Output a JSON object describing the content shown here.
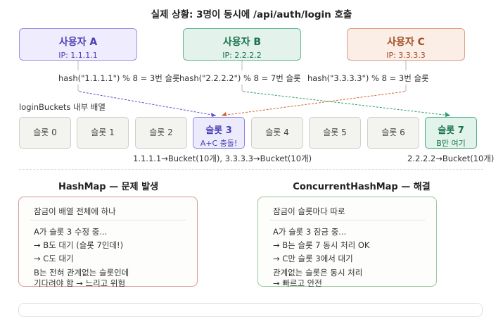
{
  "title": "실제 상황: 3명이 동시에 /api/auth/login 호출",
  "users": [
    {
      "name": "사용자 A",
      "ip": "IP: 1.1.1.1"
    },
    {
      "name": "사용자 B",
      "ip": "IP: 2.2.2.2"
    },
    {
      "name": "사용자 C",
      "ip": "IP: 3.3.3.3"
    }
  ],
  "hashes": [
    "hash(\"1.1.1.1\") % 8 = 3번 슬롯",
    "hash(\"2.2.2.2\") % 8 = 7번 슬롯",
    "hash(\"3.3.3.3\") % 8 = 3번 슬롯"
  ],
  "array_label": "loginBuckets 내부 배열",
  "slots": [
    {
      "label": "슬롯 0"
    },
    {
      "label": "슬롯 1"
    },
    {
      "label": "슬롯 2"
    },
    {
      "label": "슬롯 3",
      "sub": "A+C 충돌!"
    },
    {
      "label": "슬롯 4"
    },
    {
      "label": "슬롯 5"
    },
    {
      "label": "슬롯 6"
    },
    {
      "label": "슬롯 7",
      "sub": "B만 여기"
    }
  ],
  "notes": {
    "slot3": "1.1.1.1→Bucket(10개), 3.3.3.3→Bucket(10개)",
    "slot7": "2.2.2.2→Bucket(10개)"
  },
  "colors": {
    "user_a": "#4c3fb5",
    "user_b": "#17724d",
    "user_c": "#a44d24"
  },
  "hashmap": {
    "title": "HashMap — 문제 발생",
    "header": "잠금이 배열 전체에 하나",
    "lines": [
      "A가 슬롯 3 수정 중...",
      "→ B도 대기 (슬롯 7인데!)",
      "→ C도 대기",
      "B는 전혀 관계없는 슬롯인데",
      "기다려야 함 → 느리고 위험"
    ]
  },
  "concurrent": {
    "title": "ConcurrentHashMap — 해결",
    "header": "잠금이 슬롯마다 따로",
    "lines": [
      "A가 슬롯 3 잠금 중...",
      "→ B는 슬롯 7 동시 처리 OK",
      "→ C만 슬롯 3에서 대기",
      "관계없는 슬롯은 동시 처리",
      "→ 빠르고 안전"
    ]
  }
}
